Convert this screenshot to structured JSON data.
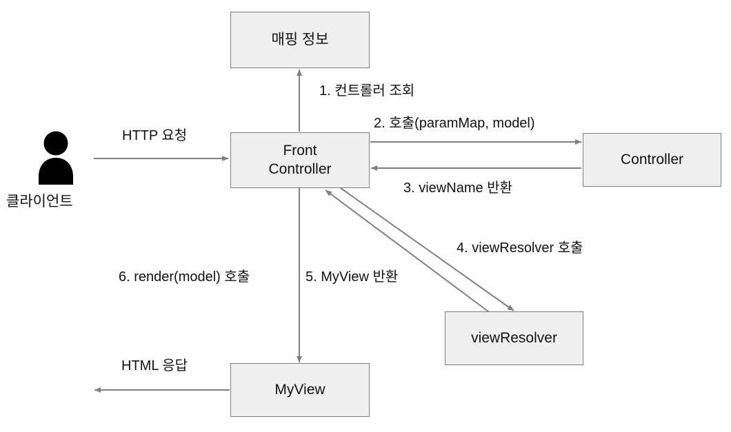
{
  "diagram": {
    "title": "Spring MVC Front Controller flow",
    "colors": {
      "node_fill": "#efefef",
      "node_stroke": "#7d7d7d",
      "arrow": "#7f7f7f",
      "text": "#111111",
      "actor": "#000000",
      "background": "#ffffff"
    },
    "actor": {
      "icon_name": "client-person-icon",
      "label": "클라이언트"
    },
    "nodes": [
      {
        "id": "mapping",
        "label": "매핑 정보"
      },
      {
        "id": "front_controller",
        "label": "Front\nController"
      },
      {
        "id": "controller",
        "label": "Controller"
      },
      {
        "id": "view_resolver",
        "label": "viewResolver"
      },
      {
        "id": "my_view",
        "label": "MyView"
      }
    ],
    "edges": [
      {
        "id": "e_http_request",
        "label": "HTTP 요청",
        "from": "client",
        "to": "front_controller"
      },
      {
        "id": "e1",
        "label": "1. 컨트롤러 조회",
        "from": "front_controller",
        "to": "mapping"
      },
      {
        "id": "e2",
        "label": "2. 호출(paramMap, model)",
        "from": "front_controller",
        "to": "controller"
      },
      {
        "id": "e3",
        "label": "3. viewName 반환",
        "from": "controller",
        "to": "front_controller"
      },
      {
        "id": "e4",
        "label": "4. viewResolver 호출",
        "from": "front_controller",
        "to": "view_resolver"
      },
      {
        "id": "e5",
        "label": "5. MyView 반환",
        "from": "view_resolver",
        "to": "front_controller"
      },
      {
        "id": "e6",
        "label": "6. render(model) 호출",
        "from": "front_controller",
        "to": "my_view"
      },
      {
        "id": "e_html_response",
        "label": "HTML 응답",
        "from": "my_view",
        "to": "client"
      }
    ]
  }
}
